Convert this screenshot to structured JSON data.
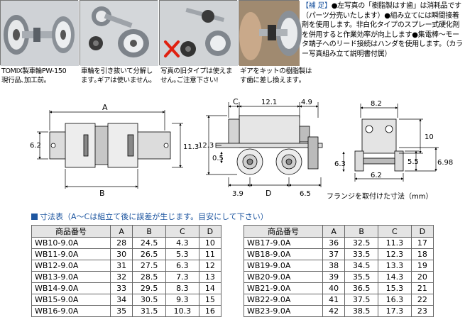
{
  "captions": {
    "photo1": [
      "TOMIX製車輪PW-150",
      "現行品､加工前｡"
    ],
    "photo2": [
      "車輪を引き抜いて分解し",
      "ます｡ギアは使いません｡"
    ],
    "photo3": [
      "写真の旧タイプは使えま",
      "せん｡ご注意下さい!"
    ],
    "photo4": [
      "ギアをキットの樹脂製は",
      "す歯に差し換えます｡"
    ]
  },
  "note": {
    "label": "【補 足】",
    "text": "●左写真の「樹脂製はす歯」は消耗品です（パーツ分売いたします）●組み立てには瞬間接着剤を使用します。非白化タイプのスプレー式硬化剤を併用すると作業効率が向上します●集電棒～モータ端子へのリード接続はハンダを使用します。（カラー写真組み立て説明書付属）"
  },
  "diagram": {
    "A": "A",
    "B": "B",
    "C": "C",
    "D": "D",
    "dim_6_2_left": "6.2",
    "dim_11_3": "11.3",
    "dim_12_3": "12.3",
    "dim_0_5": "0.5",
    "dim_12_1": "12.1",
    "dim_4_9": "4.9",
    "dim_6_3": "6.3",
    "dim_3_9": "3.9",
    "dim_6_5": "6.5",
    "dim_8_2": "8.2",
    "dim_10": "10",
    "dim_5_5": "5.5",
    "dim_6_98": "6.98",
    "dim_6_2_right": "6.2",
    "flange_note": "フランジを取付けた寸法（mm）"
  },
  "legend": "寸法表（A～Cは組立て後に誤差が生じます。目安にして下さい）",
  "table_headers": [
    "商品番号",
    "A",
    "B",
    "C",
    "D"
  ],
  "table_left": [
    [
      "WB10-9.0A",
      "28",
      "24.5",
      "4.3",
      "10"
    ],
    [
      "WB11-9.0A",
      "30",
      "26.5",
      "5.3",
      "11"
    ],
    [
      "WB12-9.0A",
      "31",
      "27.5",
      "6.3",
      "12"
    ],
    [
      "WB13-9.0A",
      "32",
      "28.5",
      "7.3",
      "13"
    ],
    [
      "WB14-9.0A",
      "33",
      "29.5",
      "8.3",
      "14"
    ],
    [
      "WB15-9.0A",
      "34",
      "30.5",
      "9.3",
      "15"
    ],
    [
      "WB16-9.0A",
      "35",
      "31.5",
      "10.3",
      "16"
    ]
  ],
  "table_right": [
    [
      "WB17-9.0A",
      "36",
      "32.5",
      "11.3",
      "17"
    ],
    [
      "WB18-9.0A",
      "37",
      "33.5",
      "12.3",
      "18"
    ],
    [
      "WB19-9.0A",
      "38",
      "34.5",
      "13.3",
      "19"
    ],
    [
      "WB20-9.0A",
      "39",
      "35.5",
      "14.3",
      "20"
    ],
    [
      "WB21-9.0A",
      "40",
      "36.5",
      "15.3",
      "21"
    ],
    [
      "WB22-9.0A",
      "41",
      "37.5",
      "16.3",
      "22"
    ],
    [
      "WB23-9.0A",
      "42",
      "38.5",
      "17.3",
      "23"
    ]
  ],
  "colors": {
    "accent": "#1e56a0",
    "cross": "#e02010"
  }
}
